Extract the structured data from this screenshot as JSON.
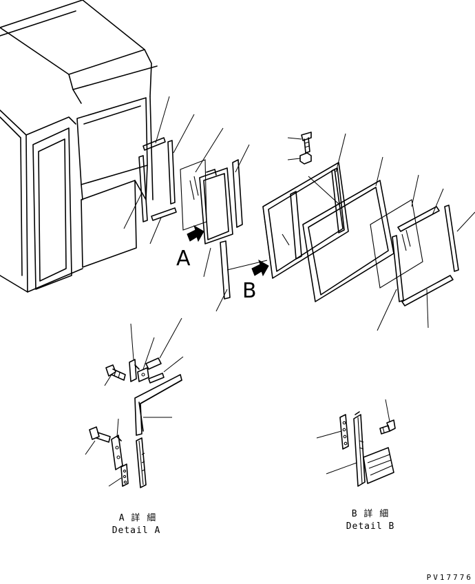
{
  "diagram": {
    "callouts": {
      "view_a": "A",
      "view_b": "B"
    },
    "details": {
      "a_jp": "A 詳 細",
      "a_en": "Detail A",
      "b_jp": "B 詳 細",
      "b_en": "Detail B"
    },
    "drawing_no": "PV17776"
  }
}
